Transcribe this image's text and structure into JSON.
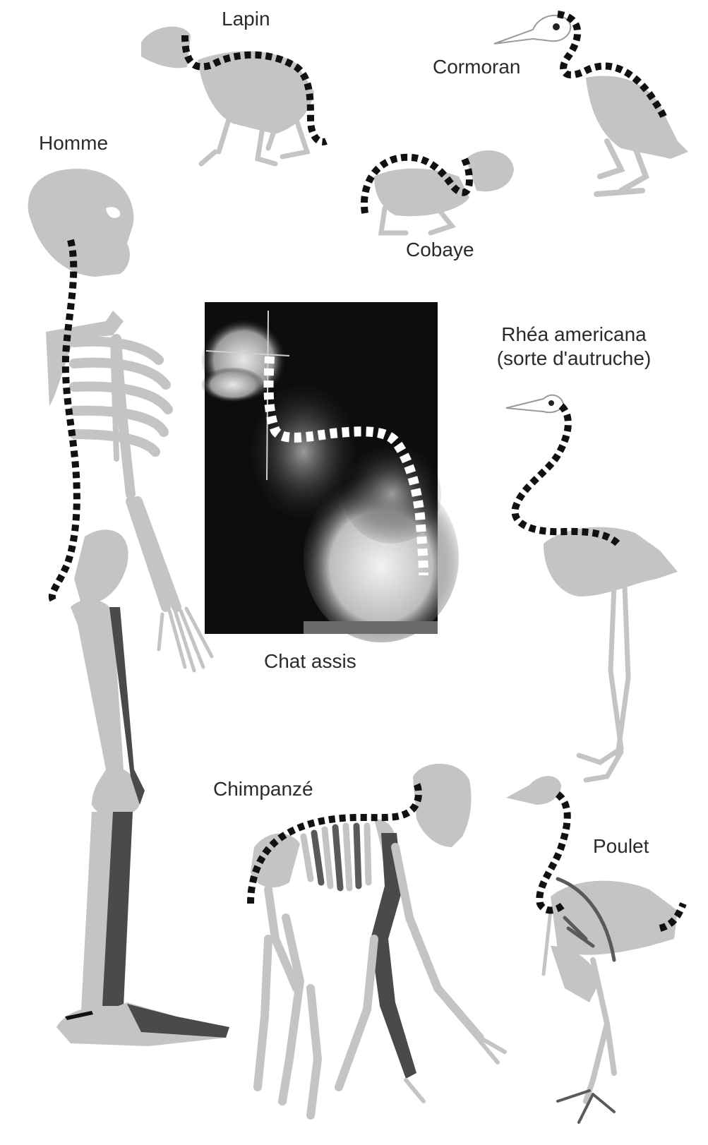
{
  "labels": {
    "lapin": "Lapin",
    "cormoran": "Cormoran",
    "homme": "Homme",
    "cobaye": "Cobaye",
    "rhea_line1": "Rhéa americana",
    "rhea_line2": "(sorte d'autruche)",
    "chat": "Chat assis",
    "chimpanze": "Chimpanzé",
    "poulet": "Poulet"
  },
  "colors": {
    "bone": "#c4c4c4",
    "dark_bone": "#4a4a4a",
    "spine_line": "#111111",
    "xray_background": "#0d0d0d",
    "xray_spine_line": "#ffffff"
  }
}
